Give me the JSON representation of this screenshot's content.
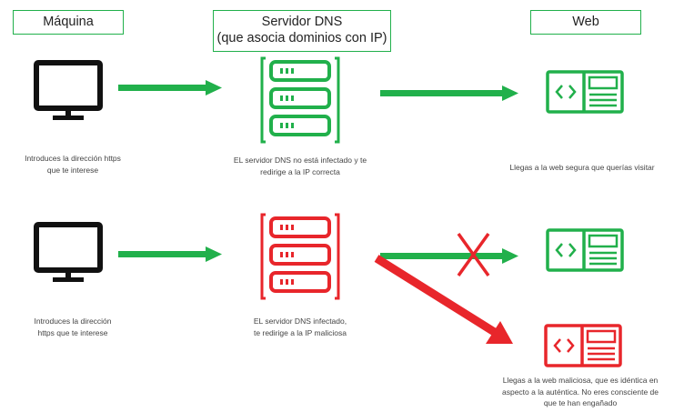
{
  "headers": {
    "maquina": "Máquina",
    "servidor_line1": "Servidor DNS",
    "servidor_line2": "(que asocia dominios con IP)",
    "web": "Web"
  },
  "safe_flow": {
    "caption_machine": [
      "Introduces la dirección https",
      "que te interese"
    ],
    "caption_server": [
      "EL servidor DNS no está infectado y te",
      "redirige a la IP correcta"
    ],
    "caption_web": [
      "Llegas a la web segura que querías visitar"
    ]
  },
  "malicious_flow": {
    "caption_machine": [
      "Introduces la dirección",
      "https que te interese"
    ],
    "caption_server": [
      "EL servidor DNS infectado,",
      "te redirige a la IP maliciosa"
    ],
    "caption_web": [
      "Llegas a la web maliciosa, que es idéntica en",
      "aspecto a la auténtica. No eres consciente de",
      "que te han engañado"
    ]
  },
  "colors": {
    "safe": "#21b04b",
    "malicious": "#e8262b",
    "monitor": "#111111"
  },
  "icons": [
    "monitor-icon",
    "server-icon",
    "web-page-icon",
    "cross-icon"
  ]
}
